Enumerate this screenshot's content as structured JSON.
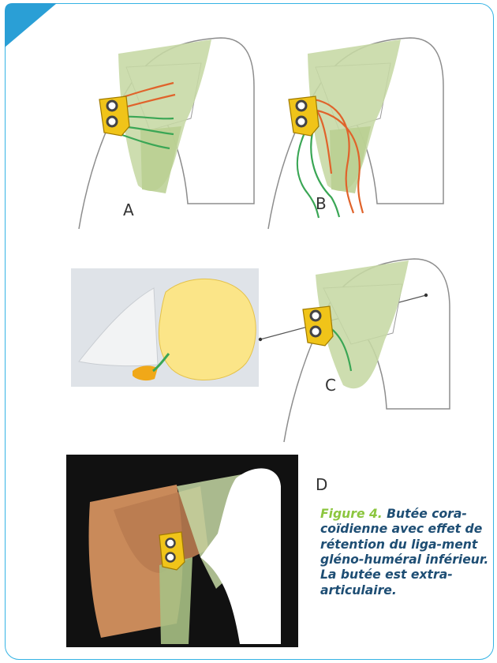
{
  "figure": {
    "panels": [
      {
        "label": "A"
      },
      {
        "label": "B"
      },
      {
        "label": "C"
      },
      {
        "label": "D"
      }
    ],
    "caption": {
      "label": "Figure 4.",
      "text": "Butée cora-coïdienne avec effet de rétention du liga-ment gléno-huméral inférieur. La butée est extra-articulaire."
    }
  },
  "colors": {
    "frame": "#35b3e4",
    "caption_label": "#8cc63f",
    "caption_text": "#1e4e74",
    "graft": "#f0c419",
    "ligament_green": "#3aa655",
    "ligament_orange": "#e0632b",
    "muscle_green": "#c6d8a4",
    "muscle_brown": "#c98a5a",
    "inset_bg": "#dfe3e8",
    "humeral_head": "#fbe588"
  }
}
